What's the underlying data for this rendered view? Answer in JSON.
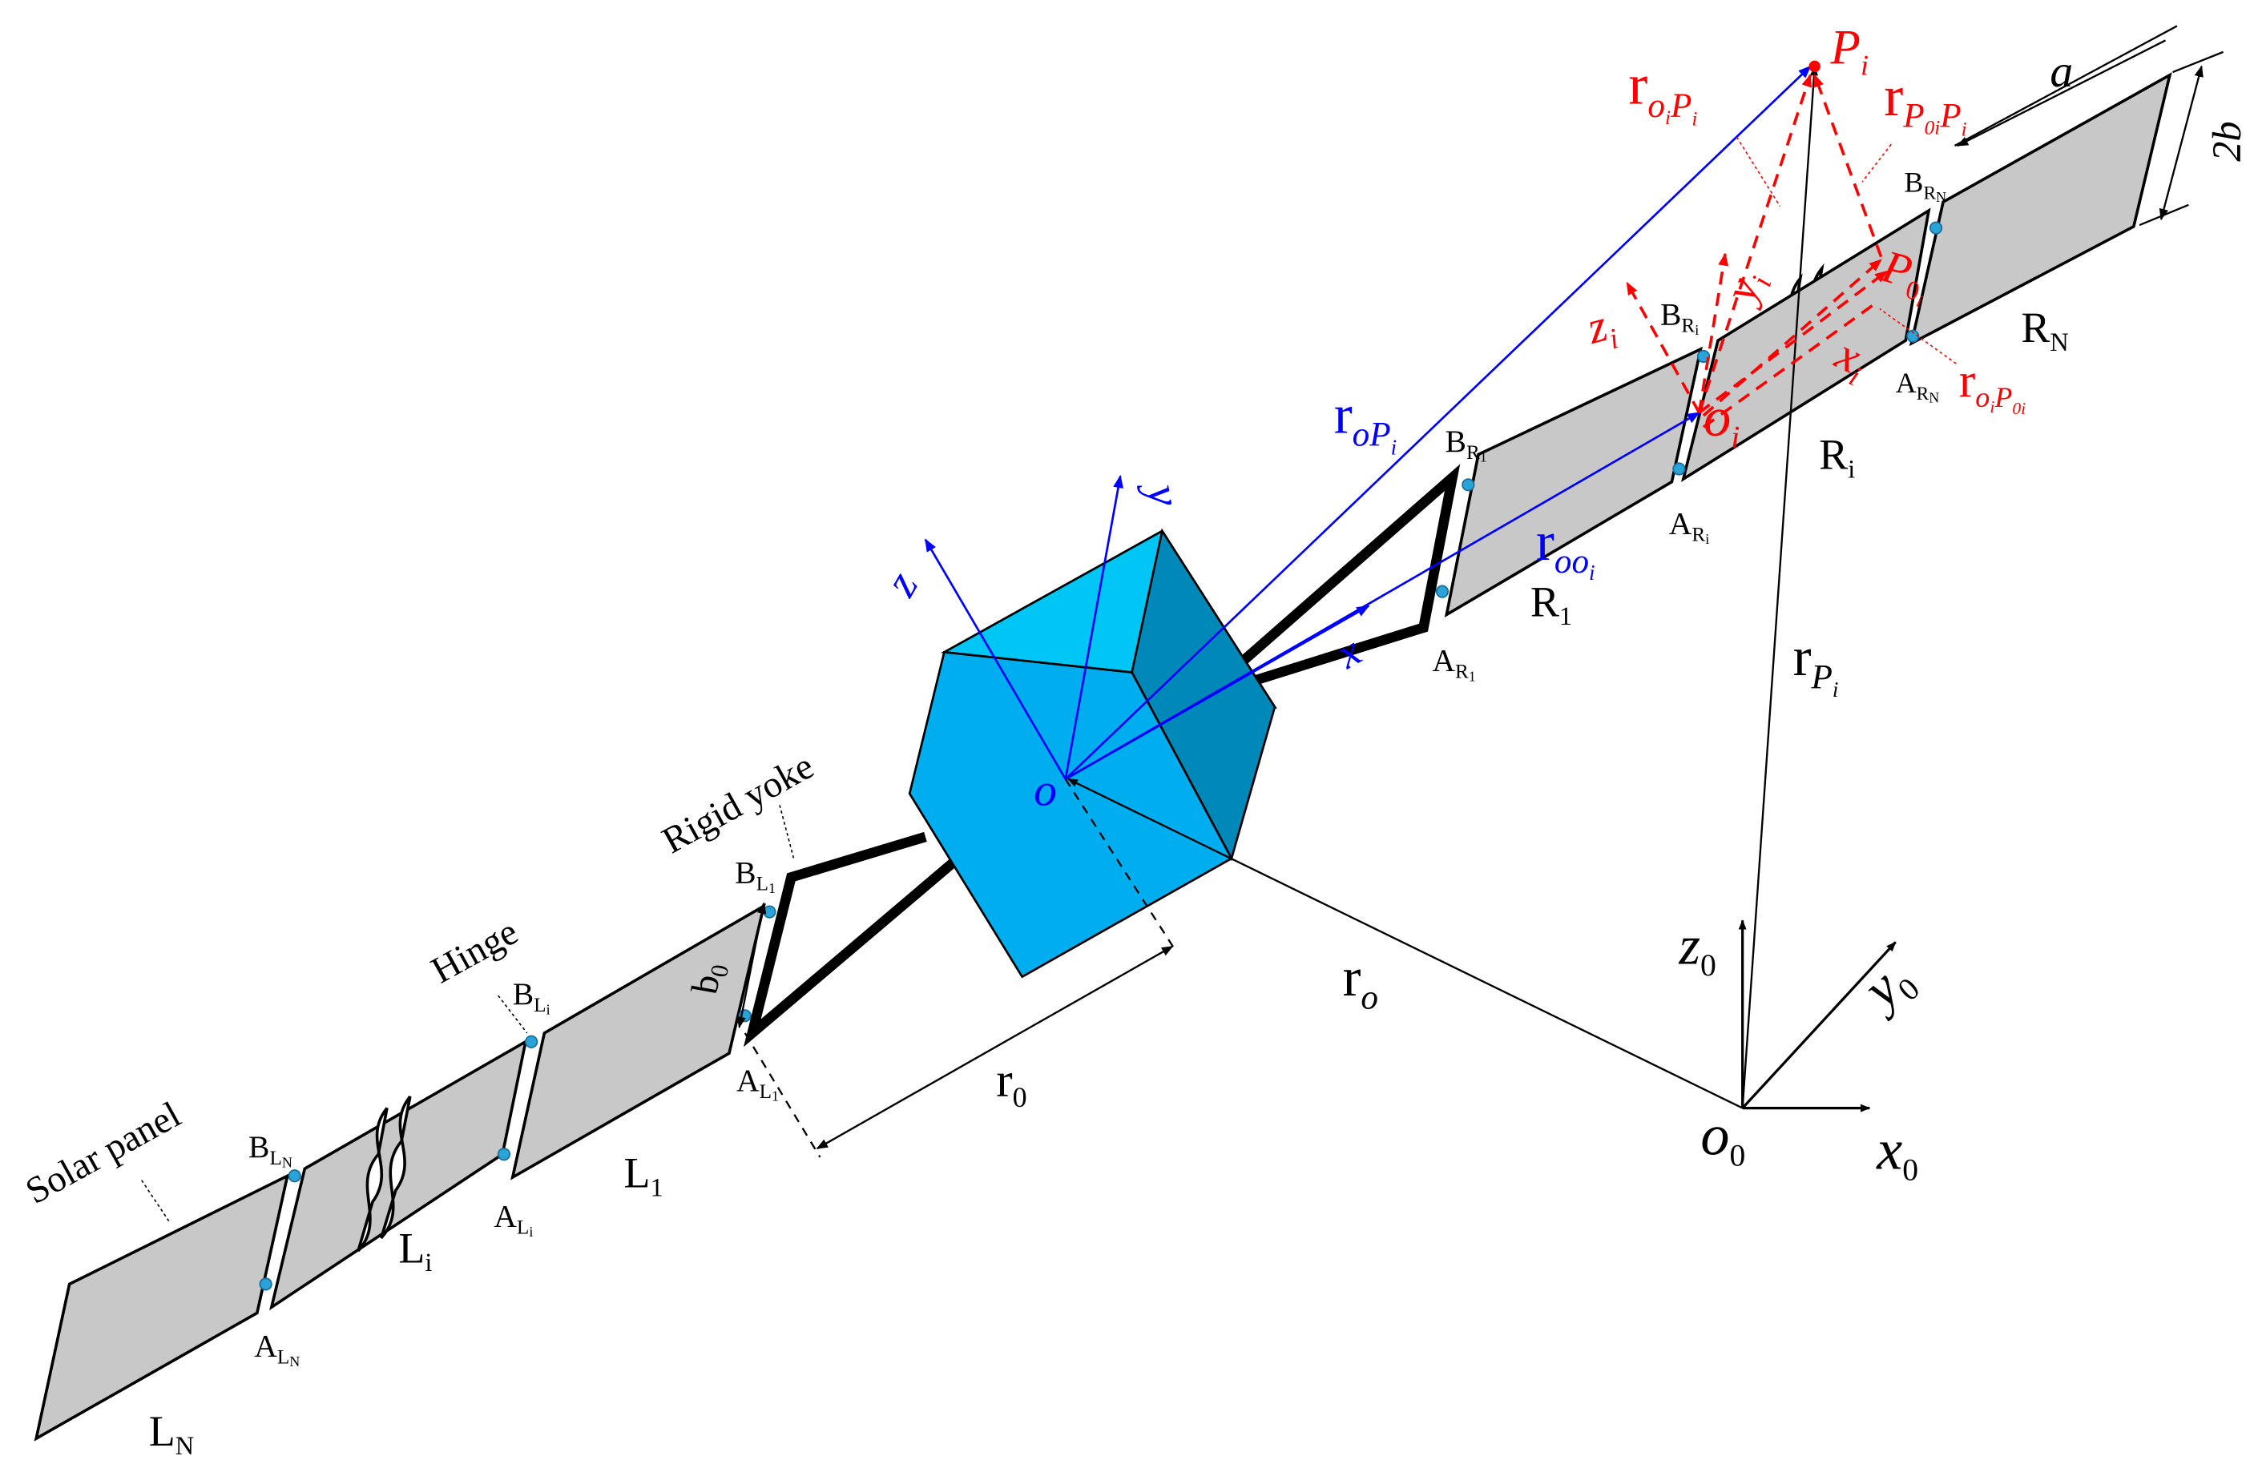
{
  "colors": {
    "panel_fill": "#c8c8c8",
    "panel_stroke": "#000000",
    "cube_front": "#00aeef",
    "cube_top": "#00c6f5",
    "cube_side": "#0088b8",
    "body_frame": "#0000ff",
    "panel_frame": "#ff0000",
    "inertial_frame": "#000000",
    "hinge_dot": "#29a3d8"
  },
  "labels": {
    "solar_panel": "Solar panel",
    "hinge": "Hinge",
    "rigid_yoke": "Rigid yoke",
    "panel_LN": {
      "base": "L",
      "sub": "N"
    },
    "panel_Li": {
      "base": "L",
      "sub": "i"
    },
    "panel_L1": {
      "base": "L",
      "sub": "1"
    },
    "panel_R1": {
      "base": "R",
      "sub": "1"
    },
    "panel_Ri": {
      "base": "R",
      "sub": "i"
    },
    "panel_RN": {
      "base": "R",
      "sub": "N"
    },
    "A_LN": {
      "base": "A",
      "sub": "L",
      "subsub": "N"
    },
    "B_LN": {
      "base": "B",
      "sub": "L",
      "subsub": "N"
    },
    "A_Li": {
      "base": "A",
      "sub": "L",
      "subsub": "i"
    },
    "B_Li": {
      "base": "B",
      "sub": "L",
      "subsub": "i"
    },
    "A_L1": {
      "base": "A",
      "sub": "L",
      "subsub": "1"
    },
    "B_L1": {
      "base": "B",
      "sub": "L",
      "subsub": "1"
    },
    "A_R1": {
      "base": "A",
      "sub": "R",
      "subsub": "1"
    },
    "B_R1": {
      "base": "B",
      "sub": "R",
      "subsub": "1"
    },
    "A_Ri": {
      "base": "A",
      "sub": "R",
      "subsub": "i"
    },
    "B_Ri": {
      "base": "B",
      "sub": "R",
      "subsub": "i"
    },
    "A_RN": {
      "base": "A",
      "sub": "R",
      "subsub": "N"
    },
    "B_RN": {
      "base": "B",
      "sub": "R",
      "subsub": "N"
    },
    "b0": {
      "base": "b",
      "sub": "0"
    },
    "r0": {
      "base": "r",
      "sub": "0"
    },
    "dim_a": "a",
    "dim_2b": "2b",
    "body_x": "x",
    "body_y": "y",
    "body_z": "z",
    "body_origin": "o",
    "r_o": {
      "base": "r",
      "sub": "o"
    },
    "r_ooi": {
      "base": "r",
      "sub": "oo",
      "subsub": "i"
    },
    "r_oPi": {
      "base": "r",
      "sub": "oP",
      "subsub": "i"
    },
    "r_Pi": {
      "base": "r",
      "sub": "P",
      "subsub": "i"
    },
    "P_i": {
      "base": "P",
      "sub": "i"
    },
    "r_oiPi": {
      "base": "r",
      "sub": "o",
      "subsub": "i",
      "sub2": "P",
      "subsub2": "i"
    },
    "r_P0iPi": {
      "base": "r",
      "sub": "P",
      "subsub": "0i",
      "sub2": "P",
      "subsub2": "i"
    },
    "r_oiP0i": {
      "base": "r",
      "sub": "o",
      "subsub": "i",
      "sub2": "P",
      "subsub2": "0i"
    },
    "P_0i": {
      "base": "P",
      "sub": "0",
      "subsub": "i"
    },
    "o_i": {
      "base": "o",
      "sub": "i"
    },
    "panel_x": {
      "base": "x",
      "sub": "i"
    },
    "panel_y": {
      "base": "y",
      "sub": "i"
    },
    "panel_z": {
      "base": "z",
      "sub": "i"
    },
    "x0": {
      "base": "x",
      "sub": "0"
    },
    "y0": {
      "base": "y",
      "sub": "0"
    },
    "z0": {
      "base": "z",
      "sub": "0"
    },
    "o0": {
      "base": "o",
      "sub": "0"
    }
  }
}
